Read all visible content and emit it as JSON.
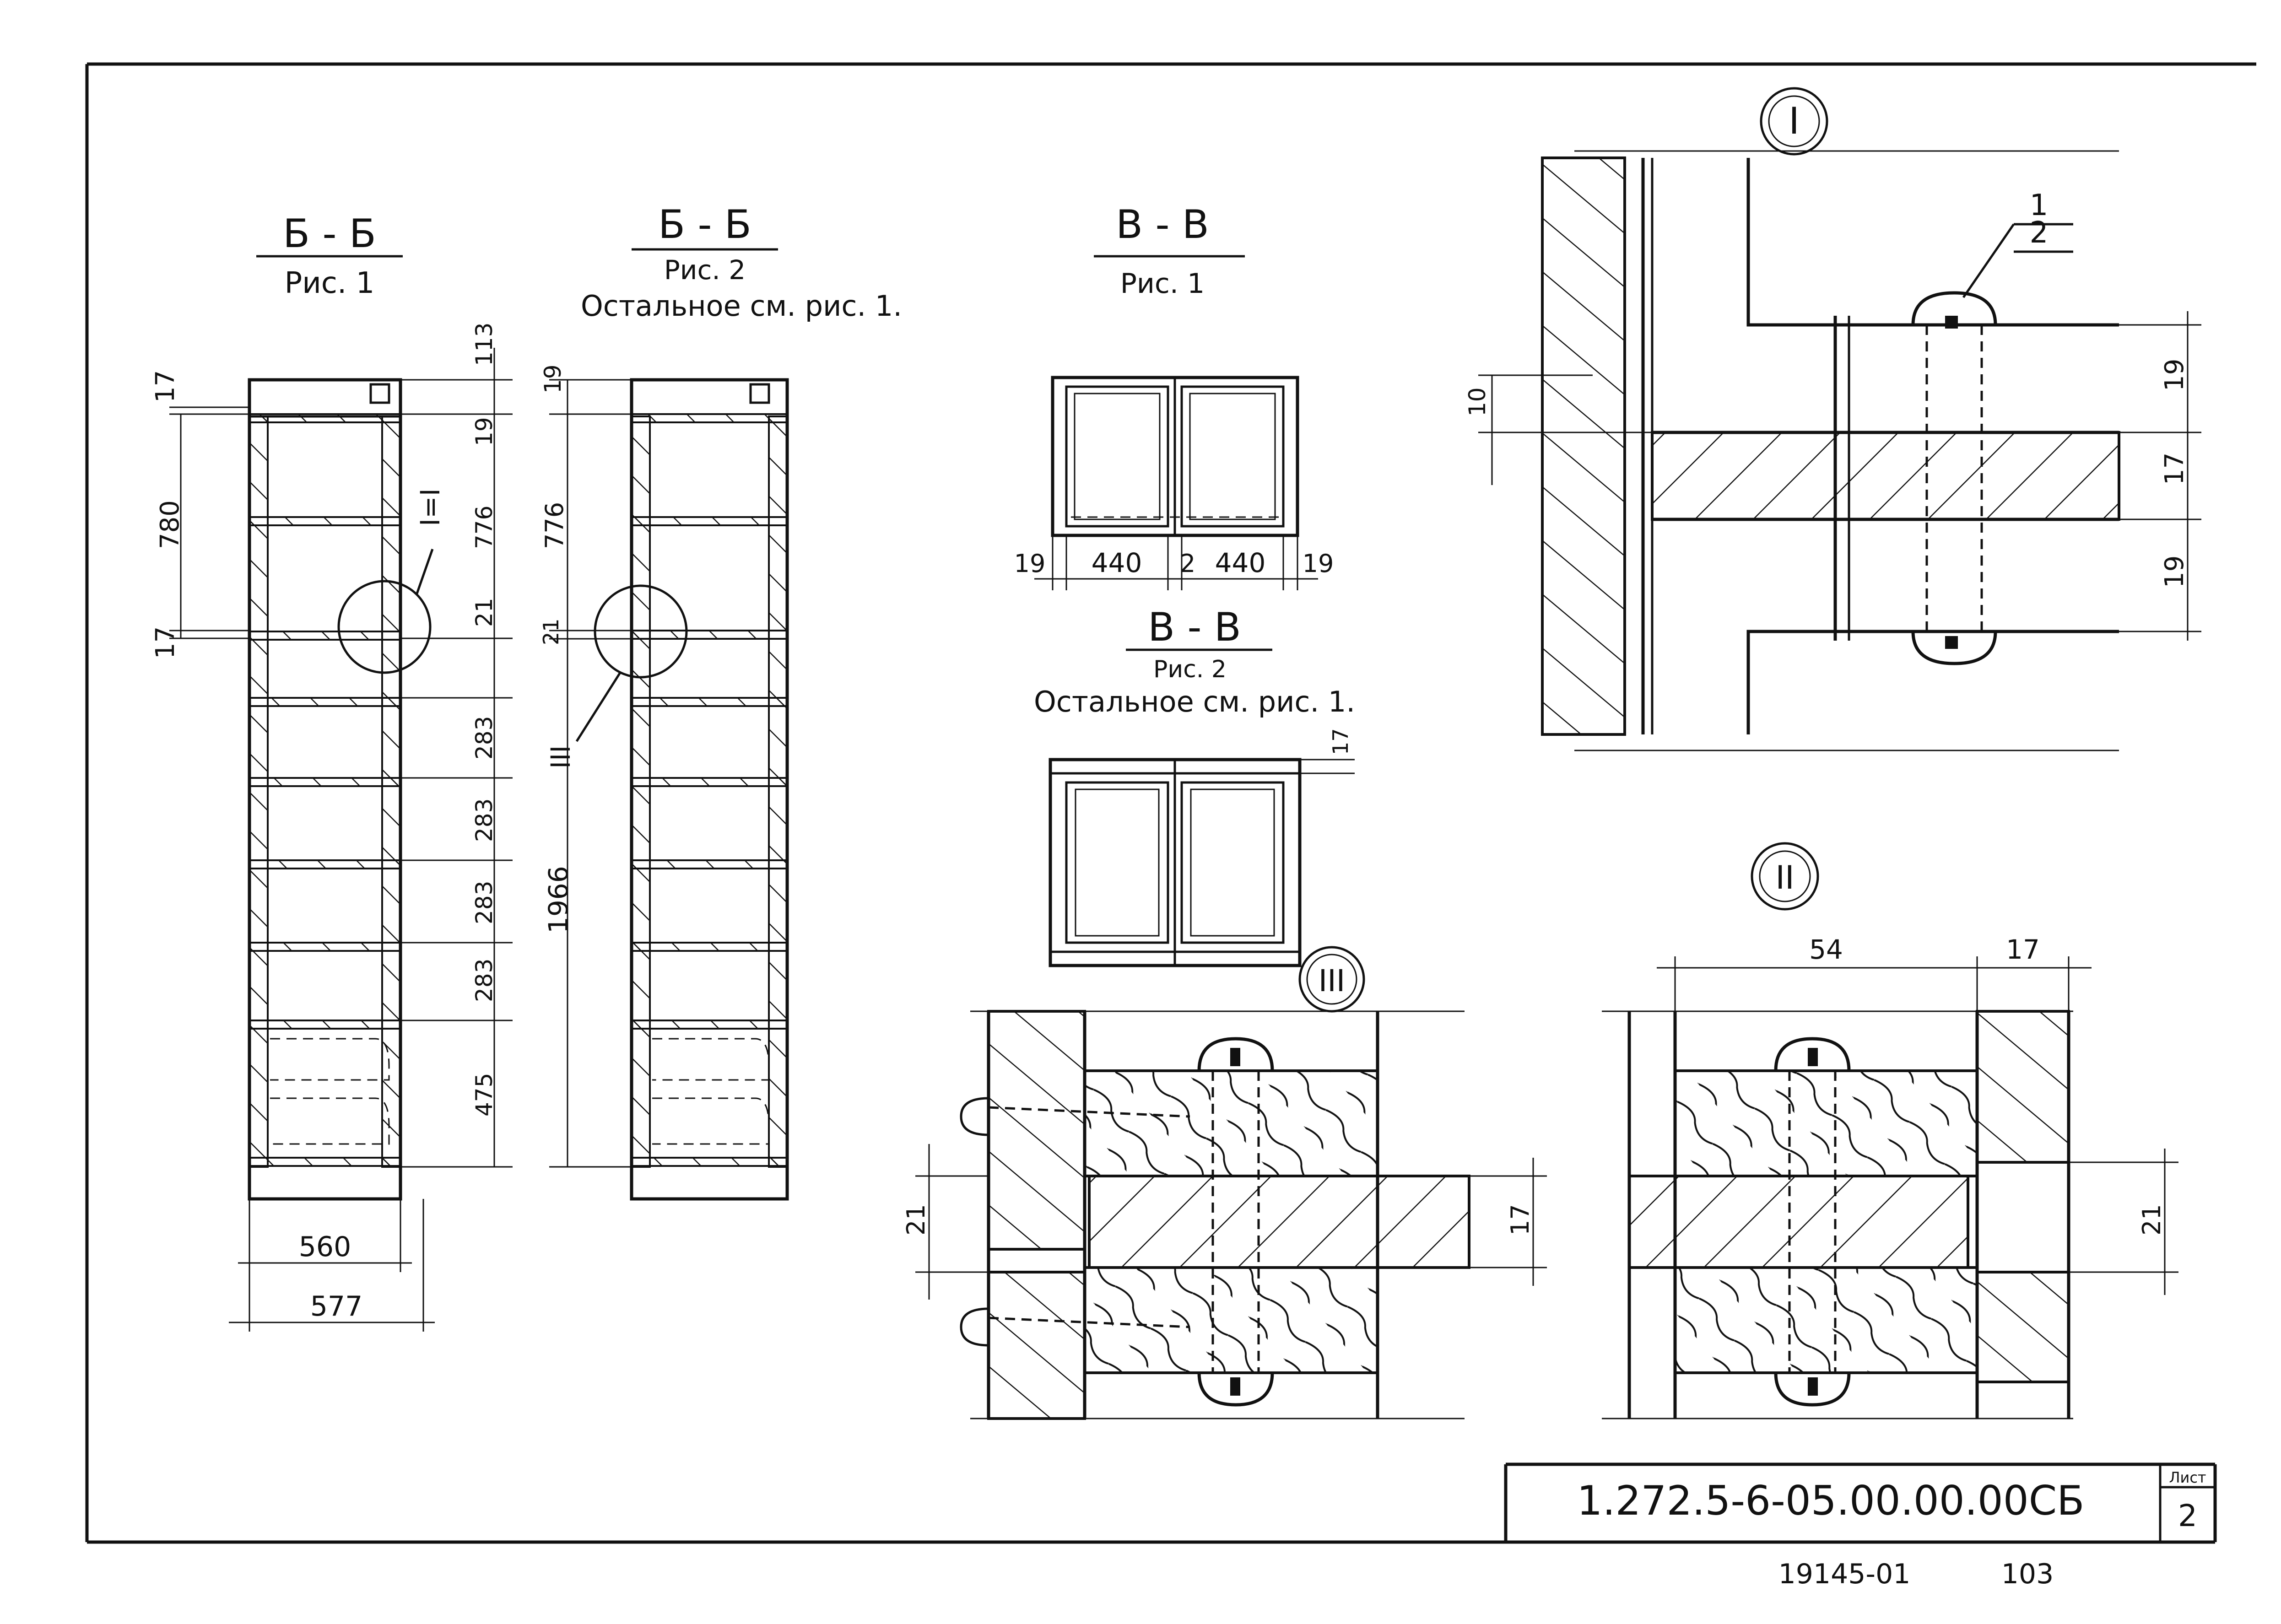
{
  "views": {
    "bb1": {
      "title": "Б - Б",
      "sub": "Рис. 1"
    },
    "bb2": {
      "title": "Б - Б",
      "sub": "Рис. 2",
      "note": "Остальное см. рис. 1."
    },
    "vv1": {
      "title": "В - В",
      "sub": "Рис. 1"
    },
    "vv2": {
      "title": "В - В",
      "sub": "Рис. 2",
      "note": "Остальное см. рис. 1."
    }
  },
  "detail_marks": {
    "d1": "I",
    "d2": "II",
    "d3": "III"
  },
  "callouts": {
    "c1": "I=I",
    "c2": "III"
  },
  "dims": {
    "bb1_left_780": "780",
    "bb1_left_17a": "17",
    "bb1_left_17b": "17",
    "bb1_r_113": "113",
    "bb1_r_19": "19",
    "bb1_r_776": "776",
    "bb1_r_21": "21",
    "bb1_r_283a": "283",
    "bb1_r_283b": "283",
    "bb1_r_283c": "283",
    "bb1_r_283d": "283",
    "bb1_r_475": "475",
    "bb1_w_560": "560",
    "bb1_w_577": "577",
    "bb2_19": "19",
    "bb2_776": "776",
    "bb2_21": "21",
    "bb2_1966": "1966",
    "vv1_19a": "19",
    "vv1_440a": "440",
    "vv1_2": "2",
    "vv1_440b": "440",
    "vv1_19b": "19",
    "vv2_17": "17",
    "dI_10": "10",
    "dI_19a": "19",
    "dI_17": "17",
    "dI_19b": "19",
    "dI_pos1": "1",
    "dI_pos2": "2",
    "dIII_21": "21",
    "dIII_17": "17",
    "dII_54": "54",
    "dII_17": "17",
    "dII_21": "21"
  },
  "title_block": {
    "doc_number": "1.272.5-6-05.00.00.00СБ",
    "sheet_label": "Лист",
    "sheet_number": "2"
  },
  "footer": {
    "archive_no": "19145-01",
    "page_no": "103"
  }
}
